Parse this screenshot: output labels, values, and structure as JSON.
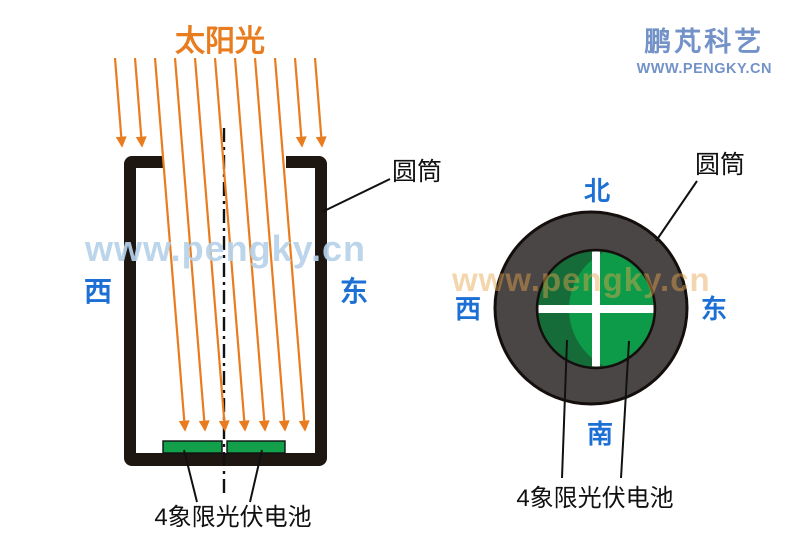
{
  "logo": {
    "title": "鹏芃科艺",
    "url": "WWW.PENGKY.CN"
  },
  "watermarks": {
    "left": "www.pengky.cn",
    "right": "www.pengky.cn"
  },
  "left_diagram": {
    "sunlight_label": "太阳光",
    "west_label": "西",
    "east_label": "东",
    "cylinder_label": "圆筒",
    "cell_label": "4象限光伏电池"
  },
  "right_diagram": {
    "north_label": "北",
    "south_label": "南",
    "west_label": "西",
    "east_label": "东",
    "cylinder_label": "圆筒",
    "cell_label": "4象限光伏电池"
  },
  "colors": {
    "sun_orange": "#e87c1e",
    "dir_blue": "#1c6fd4",
    "wall_black": "#1d1611",
    "ring_gray": "#4b4646",
    "pv_dark_green": "#156c39",
    "lit_green": "#0d9b49",
    "cell_green": "#12a04b",
    "logo_blue": "#7292c8",
    "wm_blue": "#b7d2ea",
    "wm_orange": "#e8a64d",
    "label_black": "#111111"
  }
}
